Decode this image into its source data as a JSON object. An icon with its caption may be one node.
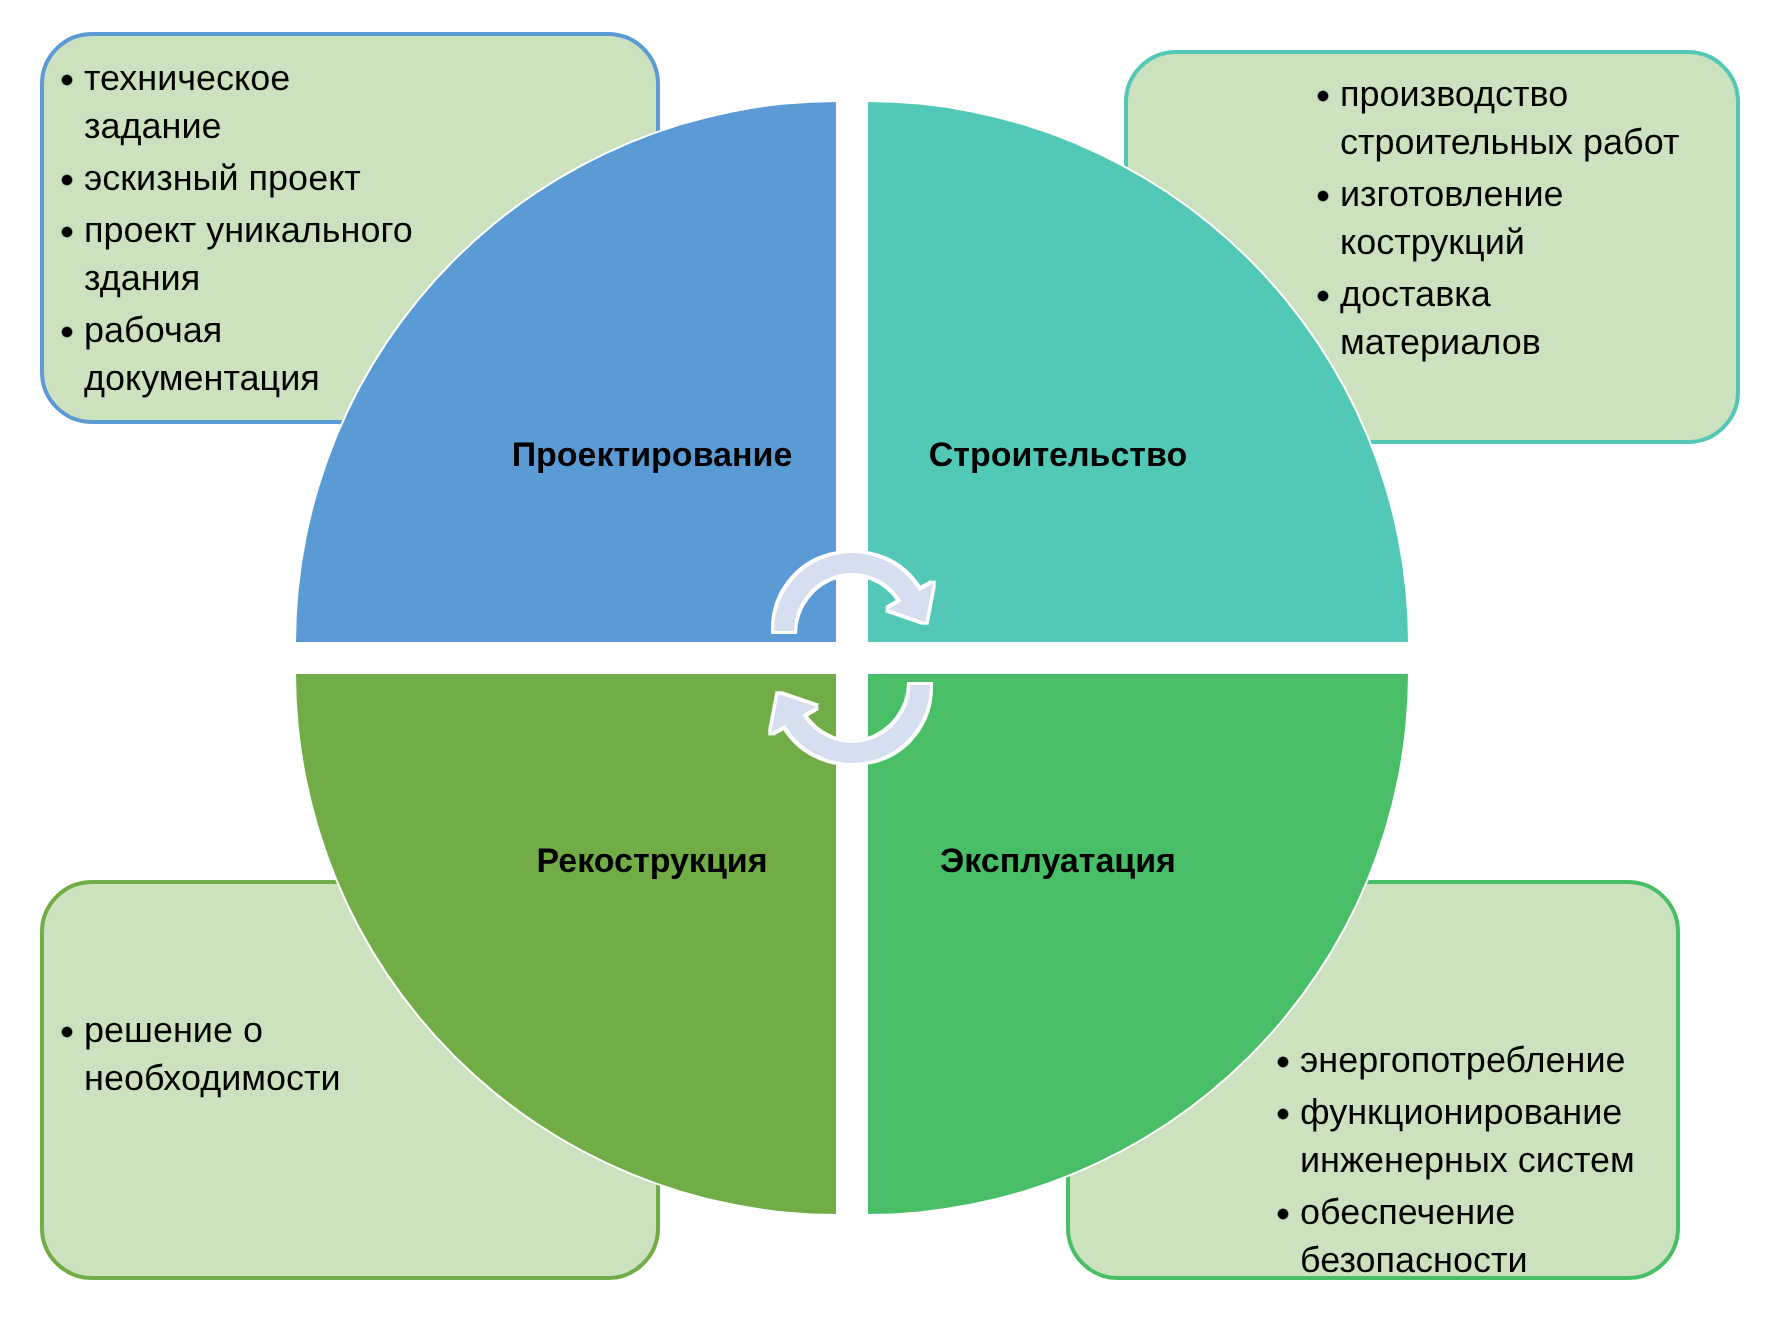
{
  "diagram": {
    "nodes": [
      {
        "text": [
          "техническое задание",
          "эскизный проект",
          "проект уникального здания",
          "рабочая документация"
        ]
      },
      {
        "text": [
          "производство строительных работ",
          "изготовление кострукций",
          "доставка материалов"
        ]
      },
      {
        "text": [
          "Проектирование"
        ]
      },
      {
        "text": [
          "Строительство"
        ]
      },
      {
        "text": [
          "Рекострукция"
        ]
      },
      {
        "text": [
          "Эксплуатация"
        ]
      },
      {
        "text": [
          "решение о необходимости"
        ]
      },
      {
        "text": [
          "энергопотребление",
          "функционирование инженерных систем",
          "обеспечение безопасности"
        ]
      }
    ],
    "edges": [
      {
        "from": 2,
        "to": 3,
        "arrow": "to"
      },
      {
        "from": 5,
        "to": 4,
        "arrow": "to"
      }
    ]
  }
}
